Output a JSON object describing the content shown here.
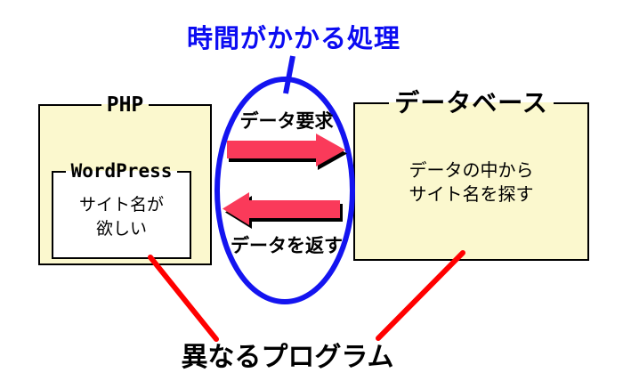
{
  "title": "時間がかかる処理",
  "php_box": {
    "label": "PHP"
  },
  "wordpress_box": {
    "label": "WordPress",
    "lines": [
      "サイト名が",
      "欲しい"
    ]
  },
  "database_box": {
    "label": "データベース",
    "lines": [
      "データの中から",
      "サイト名を探す"
    ]
  },
  "flow": {
    "request_label": "データ要求",
    "return_label": "データを返す"
  },
  "bottom_note": "異なるプログラム",
  "colors": {
    "title_blue": "#0b0bf2",
    "ellipse_blue": "#1414f0",
    "annotation_red": "#ff0000",
    "arrow_fill": "#fa3a5a",
    "arrow_shadow": "#000000",
    "box_fill": "#fbf8ce",
    "box_border": "#000000"
  }
}
